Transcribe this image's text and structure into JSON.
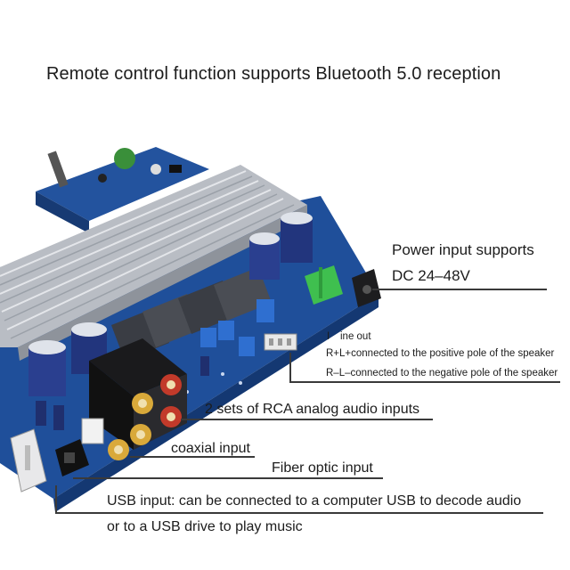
{
  "headline": "Remote control function supports Bluetooth 5.0 reception",
  "callouts": {
    "power_line1": "Power input supports",
    "power_line2": "DC 24–48V",
    "line_out": "ine out",
    "line_out_mark": "I",
    "rl_positive": "R+L+connected to the positive pole of the speaker",
    "rl_negative": "R–L–connected to the negative pole of the speaker",
    "rca": "2 sets of RCA analog audio inputs",
    "coaxial": "coaxial input",
    "fiber": "Fiber optic input",
    "usb_line1": "USB input: can be connected to a computer USB to decode audio",
    "usb_line2": "or to a USB drive to play music"
  },
  "colors": {
    "pcb_blue": "#1f4f9a",
    "heatsink_silver": "#c9ccd2",
    "terminal_green": "#3fbf4f",
    "rca_gold": "#d9a93a",
    "rca_red": "#c23a2a",
    "capacitor_blue": "#2a3f8f"
  }
}
